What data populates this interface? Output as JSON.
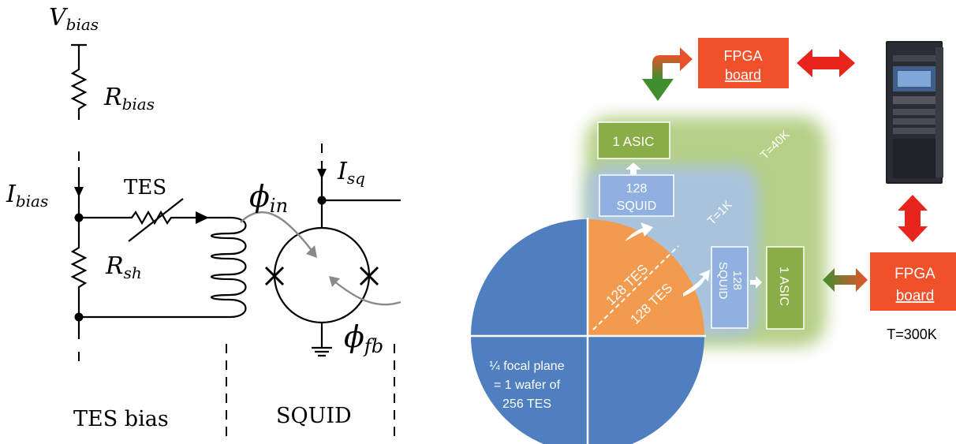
{
  "circuit": {
    "vbias": {
      "main": "V",
      "sub": "bias"
    },
    "rbias": {
      "main": "R",
      "sub": "bias"
    },
    "ibias": {
      "main": "I",
      "sub": "bias"
    },
    "tes_label": "TES",
    "rsh": {
      "main": "R",
      "sub": "sh"
    },
    "isq": {
      "main": "I",
      "sub": "sq"
    },
    "phi_in": {
      "main": "ϕ",
      "sub": "in"
    },
    "phi_fb": {
      "main": "ϕ",
      "sub": "fb"
    },
    "section_tes_bias": "TES bias",
    "section_squid": "SQUID"
  },
  "readout": {
    "fpga_top": {
      "line1": "FPGA",
      "line2": "board"
    },
    "fpga_right": {
      "line1": "FPGA",
      "line2": "board"
    },
    "temp_300k": "T=300K",
    "temp_40k": "T=40K",
    "temp_1k": "T=1K",
    "asic_top": "1 ASIC",
    "squid_top": {
      "line1": "128",
      "line2": "SQUID"
    },
    "squid_right": {
      "line1": "128",
      "line2": "SQUID"
    },
    "asic_right": "1 ASIC",
    "tes_a": "128 TES",
    "tes_b": "128 TES",
    "quadrant": {
      "line1": "¼ focal plane",
      "line2": "= 1 wafer of",
      "line3": "256 TES"
    },
    "colors": {
      "fpga": "#f0502a",
      "arrow_red": "#e8251d",
      "asic_green": "#8aad48",
      "zone_40k": "#a9c873",
      "zone_1k": "#a9c2e6",
      "squid_blue": "#8fb0e0",
      "pie_blue": "#4f7fbe",
      "tes_orange": "#f29a4e"
    }
  }
}
